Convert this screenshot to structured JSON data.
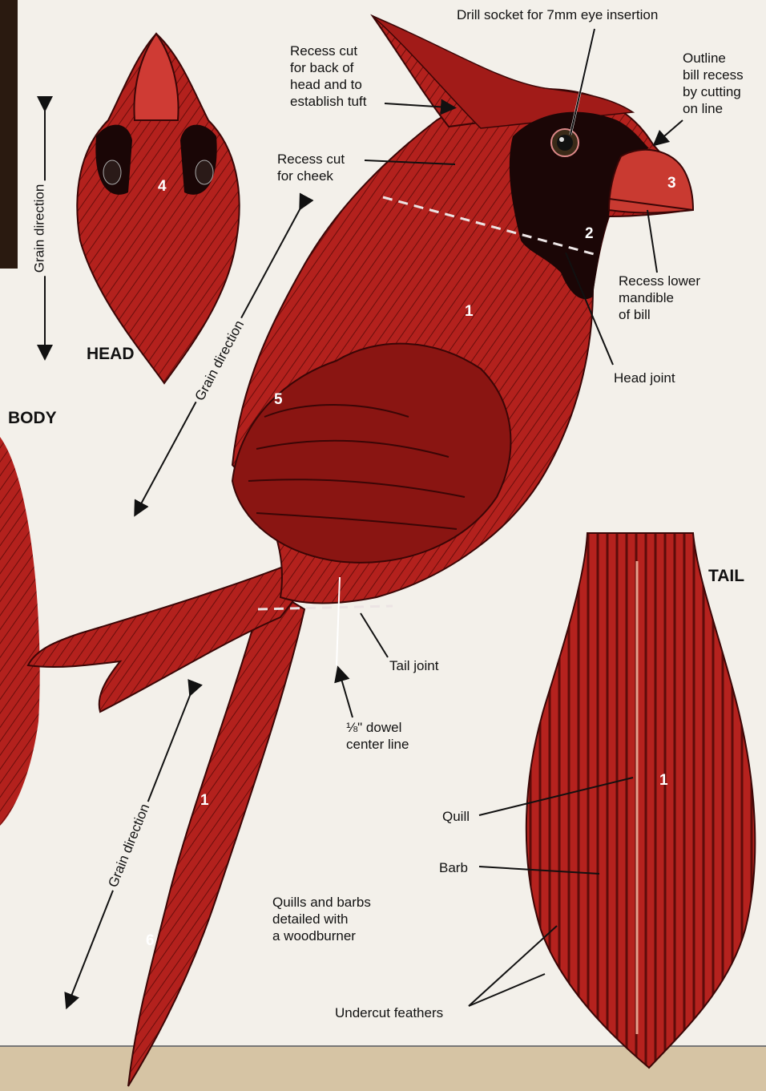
{
  "headings": {
    "head": "HEAD",
    "body": "BODY",
    "tail": "TAIL"
  },
  "callouts": {
    "drill_socket": "Drill socket for 7mm eye insertion",
    "outline_bill": "Outline\nbill recess\nby cutting\non line",
    "recess_tuft": "Recess cut\nfor back of\nhead and to\nestablish tuft",
    "recess_cheek": "Recess cut\nfor cheek",
    "recess_mandible": "Recess lower\nmandible\nof bill",
    "head_joint": "Head joint",
    "tail_joint": "Tail joint",
    "dowel": "⅛\" dowel\ncenter line",
    "quills_barbs": "Quills and barbs\ndetailed with\na woodburner",
    "quill": "Quill",
    "barb": "Barb",
    "undercut": "Undercut feathers"
  },
  "grain_labels": {
    "head_view": "Grain direction",
    "body": "Grain direction",
    "tail": "Grain direction"
  },
  "part_numbers": {
    "head_top": "4",
    "body_upper": "1",
    "cheek": "2",
    "bill": "3",
    "wing": "5",
    "tail_side": "1",
    "tail_tip": "6",
    "tail_piece": "1"
  },
  "colors": {
    "cardinal_red": "#b01f1c",
    "dark_red": "#5a0a0a",
    "mask": "#1a0606",
    "paper": "#f3f0ea",
    "dashed": "#f0e6e6",
    "ground": "#d9c9ac"
  }
}
